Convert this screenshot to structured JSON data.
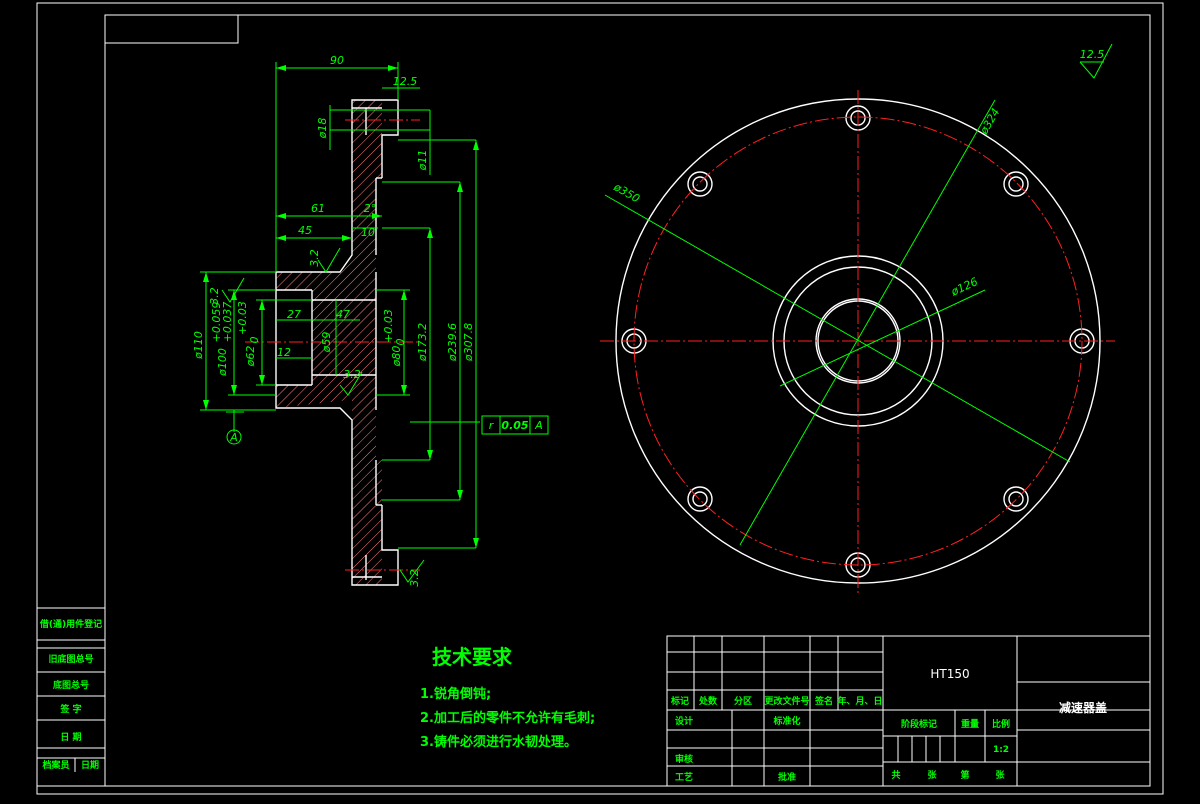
{
  "colors": {
    "background": "#000000",
    "outline": "#ffffff",
    "dimension": "#00ff00",
    "centerline": "#ff2020",
    "hatch": "#ff7f7f"
  },
  "roughness_corner": "12.5",
  "section": {
    "dims": {
      "d90": "90",
      "d12_5": "12.5",
      "d18": "ø18",
      "d11": "ø11",
      "d61": "61",
      "d2a": "2°",
      "d45": "45",
      "d10": "10",
      "d32a": "3.2",
      "d32b": "3.2",
      "d32c": "3.2",
      "d32d": "3.2",
      "d27": "27",
      "d47": "47",
      "d12": "12",
      "d59": "ø59",
      "d110": "ø110",
      "d100": "ø100",
      "d100tol_up": "+0.059",
      "d100tol_dn": "+0.037",
      "d62": "ø62",
      "d62tol": "+0.03",
      "d62zero": "0",
      "d80": "ø80",
      "d80tol": "+0.03",
      "d80zero": "0",
      "d173": "ø173.2",
      "d239": "ø239.6",
      "d307": "ø307.8"
    },
    "datum": "A",
    "tolerance_frame": {
      "symbol": "r",
      "value": "0.05",
      "datum": "A"
    }
  },
  "front": {
    "d350": "ø350",
    "d324": "ø324",
    "d126": "ø126"
  },
  "notes": {
    "title": "技术要求",
    "items": [
      "1.锐角倒钝;",
      "2.加工后的零件不允许有毛刺;",
      "3.铸件必须进行水韧处理。"
    ]
  },
  "left_strip": {
    "rows": [
      "借(通)用件登记",
      "旧底图总号",
      "底图总号",
      "签 字",
      "日 期",
      "档案员",
      "日期"
    ]
  },
  "title_block": {
    "material": "HT150",
    "part_name": "减速器盖",
    "header_labels": [
      "标记",
      "处数",
      "分区",
      "更改文件号",
      "签名",
      "年、月、日"
    ],
    "design": "设计",
    "standardize": "标准化",
    "review": "审核",
    "process": "工艺",
    "approve": "批准",
    "stage_mark": "阶段标记",
    "weight": "重量",
    "scale_label": "比例",
    "scale_value": "1:2",
    "sheets": [
      "共",
      "张",
      "第",
      "张"
    ]
  }
}
